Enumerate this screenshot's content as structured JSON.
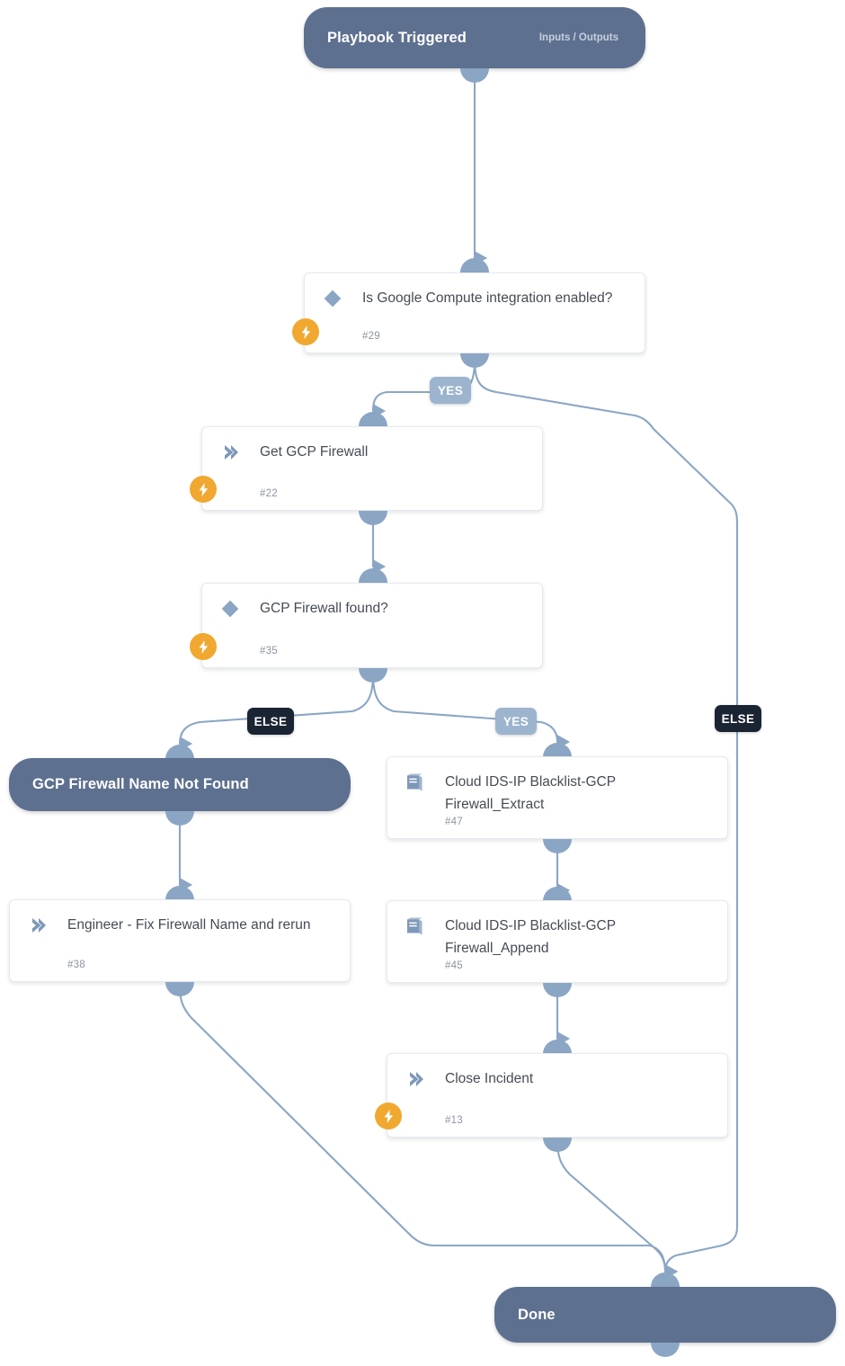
{
  "diagram": {
    "type": "playbook-workflow",
    "background": "#ffffff",
    "colors": {
      "terminal_node": "#5d708f",
      "connector": "#8ba6c4",
      "port": "#8ba6c4",
      "bolt_badge": "#f0a830",
      "label_yes": "#9cb4ce",
      "label_else": "#1b2433",
      "card_background": "#ffffff",
      "card_title_text": "#464c55",
      "card_id_text": "#8d949e"
    }
  },
  "nodes": [
    {
      "key": "playbook_triggered",
      "kind": "terminal",
      "title": "Playbook Triggered",
      "subtitle": "Inputs / Outputs"
    },
    {
      "key": "is_google_compute_integration_enabled",
      "kind": "condition",
      "icon": "diamond-icon",
      "title": "Is Google Compute integration enabled?",
      "id": "#29",
      "has_bolt": true
    },
    {
      "key": "get_gcp_firewall",
      "kind": "task",
      "icon": "chevron-right-icon",
      "title": "Get GCP Firewall",
      "id": "#22",
      "has_bolt": true
    },
    {
      "key": "gcp_firewall_found",
      "kind": "condition",
      "icon": "diamond-icon",
      "title": "GCP Firewall found?",
      "id": "#35",
      "has_bolt": true
    },
    {
      "key": "gcp_firewall_name_not_found",
      "kind": "terminal",
      "title": "GCP Firewall Name Not Found",
      "subtitle": ""
    },
    {
      "key": "cloud_ids_extract",
      "kind": "task",
      "icon": "book-icon",
      "title": "Cloud IDS-IP Blacklist-GCP Firewall_Extract",
      "id": "#47",
      "has_bolt": false
    },
    {
      "key": "engineer_fix_firewall_name",
      "kind": "task",
      "icon": "chevron-right-icon",
      "title": "Engineer - Fix Firewall Name and rerun",
      "id": "#38",
      "has_bolt": false
    },
    {
      "key": "cloud_ids_append",
      "kind": "task",
      "icon": "book-icon",
      "title": "Cloud IDS-IP Blacklist-GCP Firewall_Append",
      "id": "#45",
      "has_bolt": false
    },
    {
      "key": "close_incident",
      "kind": "task",
      "icon": "chevron-right-icon",
      "title": "Close Incident",
      "id": "#13",
      "has_bolt": true
    },
    {
      "key": "done",
      "kind": "terminal",
      "title": "Done",
      "subtitle": ""
    }
  ],
  "branch_labels": {
    "yes_from_29": "YES",
    "else_from_29": "ELSE",
    "yes_from_35": "YES",
    "else_from_35": "ELSE"
  },
  "edges": [
    {
      "from": "playbook_triggered",
      "to": "is_google_compute_integration_enabled",
      "label": ""
    },
    {
      "from": "is_google_compute_integration_enabled",
      "to": "get_gcp_firewall",
      "label": "YES"
    },
    {
      "from": "is_google_compute_integration_enabled",
      "to": "done",
      "label": "ELSE"
    },
    {
      "from": "get_gcp_firewall",
      "to": "gcp_firewall_found",
      "label": ""
    },
    {
      "from": "gcp_firewall_found",
      "to": "gcp_firewall_name_not_found",
      "label": "ELSE"
    },
    {
      "from": "gcp_firewall_found",
      "to": "cloud_ids_extract",
      "label": "YES"
    },
    {
      "from": "gcp_firewall_name_not_found",
      "to": "engineer_fix_firewall_name",
      "label": ""
    },
    {
      "from": "cloud_ids_extract",
      "to": "cloud_ids_append",
      "label": ""
    },
    {
      "from": "cloud_ids_append",
      "to": "close_incident",
      "label": ""
    },
    {
      "from": "engineer_fix_firewall_name",
      "to": "done",
      "label": ""
    },
    {
      "from": "close_incident",
      "to": "done",
      "label": ""
    }
  ]
}
